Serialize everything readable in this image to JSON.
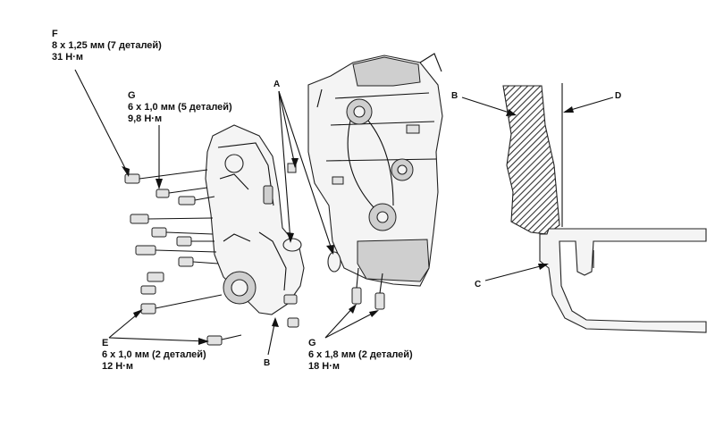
{
  "labels": {
    "F": {
      "letter": "F",
      "line1": "8 x 1,25 мм (7 деталей)",
      "line2": "31 Н·м"
    },
    "G_top": {
      "letter": "G",
      "line1": "6 x 1,0 мм (5 деталей)",
      "line2": "9,8 Н·м"
    },
    "E": {
      "letter": "E",
      "line1": "6 x 1,0 мм (2 деталей)",
      "line2": "12 Н·м"
    },
    "G_bottom": {
      "letter": "G",
      "line1": "6 x 1,8 мм (2 деталей)",
      "line2": "18 Н·м"
    },
    "A": "A",
    "B_bottom": "B",
    "B_detail": "B",
    "C_detail": "C",
    "D_detail": "D"
  }
}
